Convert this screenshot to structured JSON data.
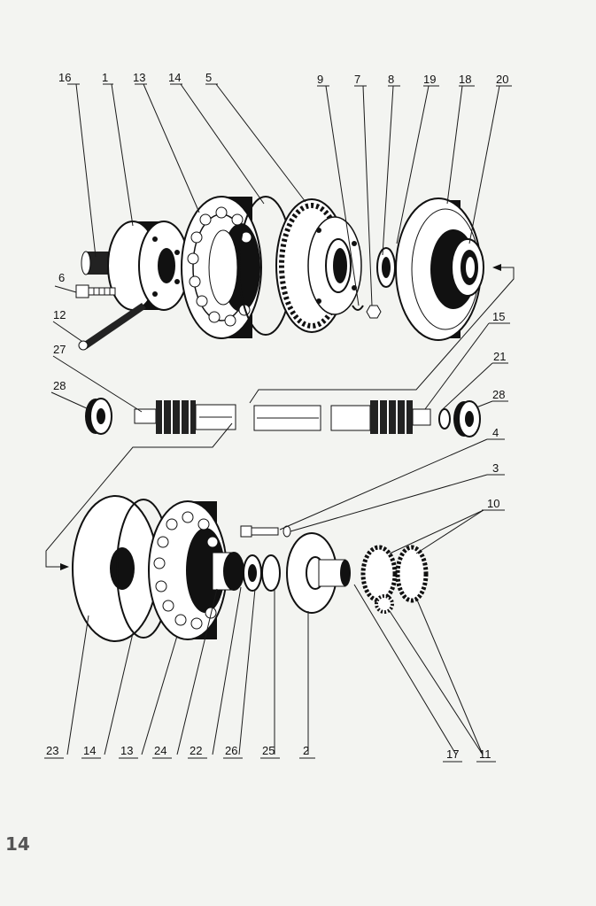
{
  "diagram": {
    "page_number": "14",
    "labels": {
      "l16": "16",
      "l1": "1",
      "l13a": "13",
      "l14a": "14",
      "l5": "5",
      "l9": "9",
      "l7": "7",
      "l8": "8",
      "l19": "19",
      "l18": "18",
      "l20": "20",
      "l6": "6",
      "l12": "12",
      "l15": "15",
      "l27": "27",
      "l28a": "28",
      "l21": "21",
      "l28b": "28",
      "l4": "4",
      "l3": "3",
      "l10": "10",
      "l23": "23",
      "l14b": "14",
      "l13b": "13",
      "l24": "24",
      "l22": "22",
      "l26": "26",
      "l25": "25",
      "l2": "2",
      "l17": "17",
      "l11": "11"
    }
  }
}
